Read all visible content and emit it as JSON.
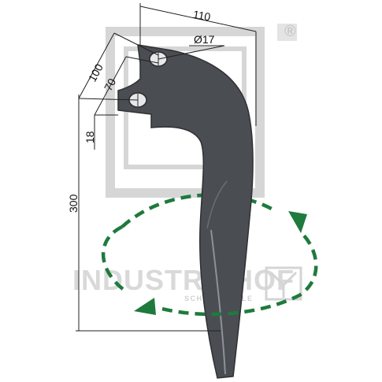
{
  "dimensions": {
    "width_110": "110",
    "dia_17": "Ø17",
    "len_100": "100",
    "len_70": "70",
    "len_18": "18",
    "len_300": "300"
  },
  "watermark": {
    "brand": "INDUSTRIEHOF",
    "sub": "SCHERENTEILE",
    "registered": "®"
  },
  "colors": {
    "blade_fill": "#4a4d52",
    "blade_edge": "#2e3034",
    "blade_highlight": "#8e9298",
    "arrow_green": "#1f7a3d",
    "dimension_line": "#222222",
    "watermark": "#cfcfcf"
  }
}
